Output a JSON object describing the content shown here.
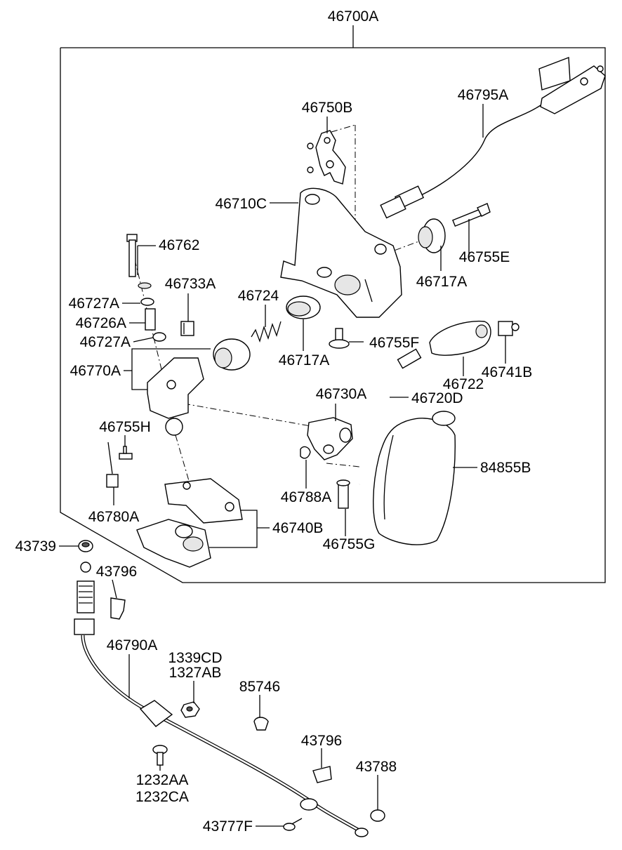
{
  "assembly": {
    "label": "46700A"
  },
  "part_labels": {
    "p46750B": "46750B",
    "p46795A": "46795A",
    "p46710C": "46710C",
    "p46762": "46762",
    "p46755E": "46755E",
    "p46733A": "46733A",
    "p46717A_top": "46717A",
    "p46727A_top": "46727A",
    "p46724": "46724",
    "p46726A": "46726A",
    "p46755F": "46755F",
    "p46727A_bottom": "46727A",
    "p46770A": "46770A",
    "p46717A_mid": "46717A",
    "p46741B": "46741B",
    "p46722": "46722",
    "p46730A": "46730A",
    "p46720D": "46720D",
    "p46755H": "46755H",
    "p84855B": "84855B",
    "p46788A": "46788A",
    "p46780A": "46780A",
    "p46740B": "46740B",
    "p46755G": "46755G",
    "p43739": "43739",
    "p43796_top": "43796",
    "p46790A": "46790A",
    "p1339CD": "1339CD",
    "p1327AB": "1327AB",
    "p85746": "85746",
    "p43796_bottom": "43796",
    "p43788": "43788",
    "p1232AA": "1232AA",
    "p1232CA": "1232CA",
    "p43777F": "43777F"
  }
}
